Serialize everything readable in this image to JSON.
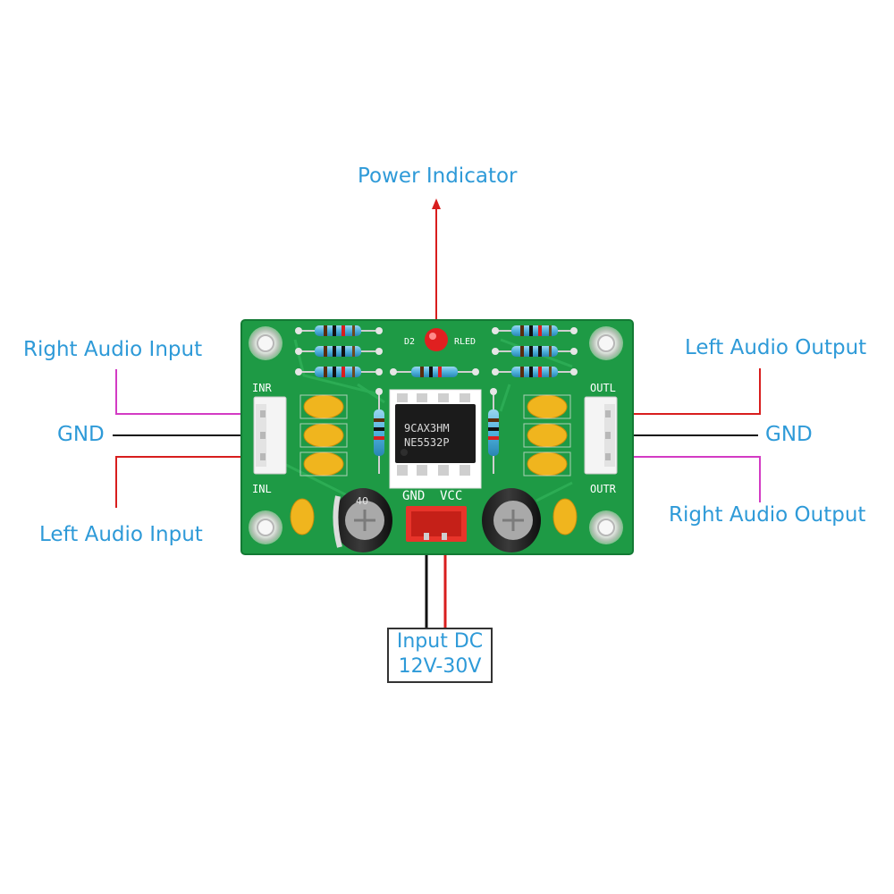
{
  "labels": {
    "power_indicator": "Power Indicator",
    "right_audio_input": "Right Audio Input",
    "gnd_left": "GND",
    "left_audio_input": "Left Audio Input",
    "left_audio_output": "Left Audio Output",
    "gnd_right": "GND",
    "right_audio_output": "Right Audio Output",
    "input_dc_line1": "Input DC",
    "input_dc_line2": "12V-30V"
  },
  "board": {
    "silk_inr": "INR",
    "silk_inl": "INL",
    "silk_outl": "OUTL",
    "silk_outr": "OUTR",
    "silk_gnd": "GND",
    "silk_vcc": "VCC",
    "silk_d2": "D2",
    "silk_rled": "RLED",
    "chip_line1": "9CAX3HM",
    "chip_line2": "NE5532P",
    "cap_mark": "40"
  },
  "colors": {
    "label_text": "#2e9ad8",
    "right_audio_wire": "#d33bc4",
    "left_audio_wire": "#d81e1e",
    "gnd_wire": "#111111",
    "board_green": "#1e9a45"
  }
}
